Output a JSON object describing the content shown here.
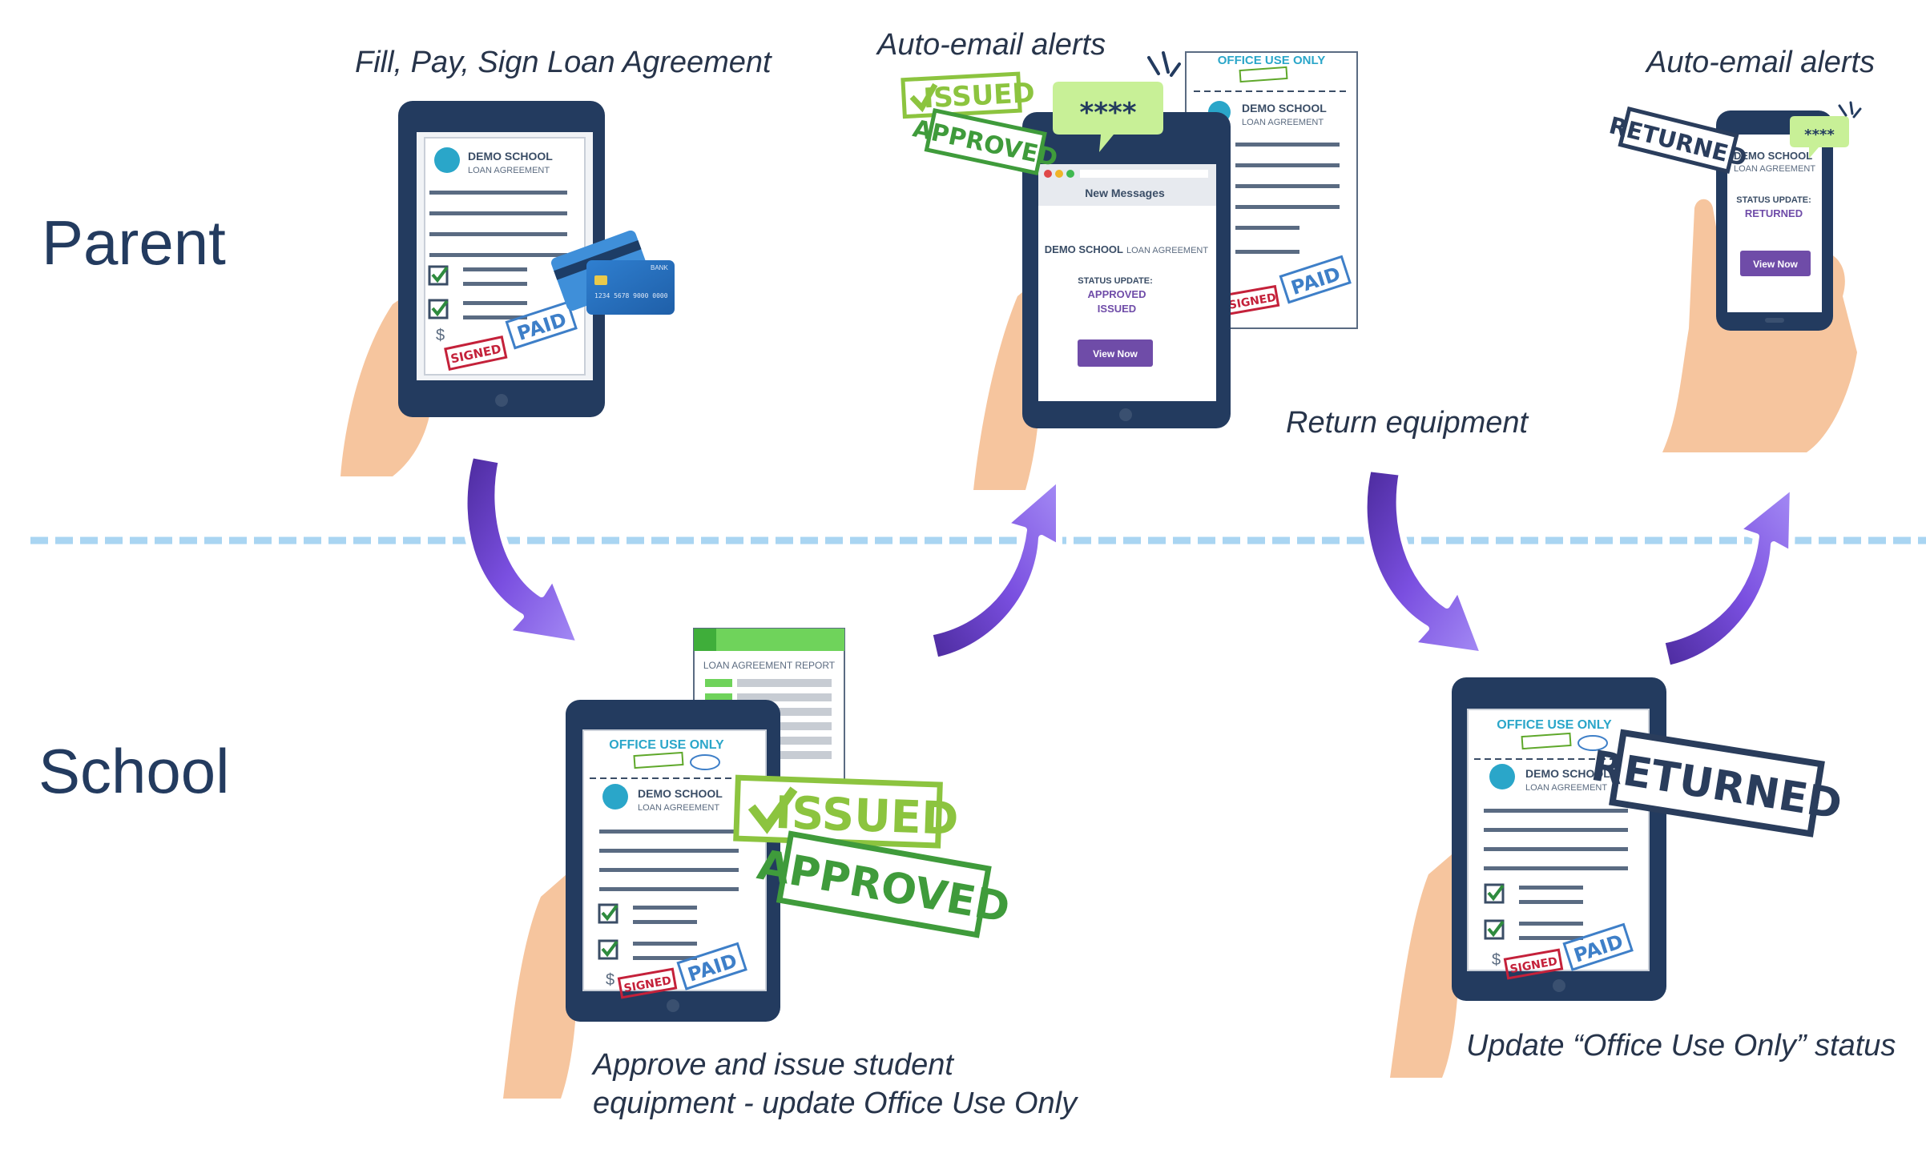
{
  "lanes": {
    "parent": "Parent",
    "school": "School"
  },
  "steps": {
    "fill_pay_sign": "Fill, Pay, Sign Loan Agreement",
    "auto_email_1": "Auto-email alerts",
    "return_equipment": "Return equipment",
    "auto_email_2": "Auto-email alerts",
    "approve_line1": "Approve and issue student",
    "approve_line2": "equipment - update Office Use Only",
    "update_status": "Update “Office Use Only” status"
  },
  "document": {
    "school": "DEMO SCHOOL",
    "title": "LOAN AGREEMENT",
    "office_use": "OFFICE USE ONLY",
    "report_title": "LOAN AGREEMENT REPORT",
    "dollar": "$"
  },
  "stamps": {
    "signed": "SIGNED",
    "paid": "PAID",
    "issued": "ISSUED",
    "approved": "APPROVED",
    "returned": "RETURNED"
  },
  "message": {
    "header": "New Messages",
    "school": "DEMO SCHOOL",
    "title": "LOAN AGREEMENT",
    "status_label": "STATUS UPDATE:",
    "status_1": "APPROVED",
    "status_2": "ISSUED",
    "status_returned": "RETURNED",
    "button": "View Now",
    "bubble": "****"
  },
  "card": {
    "number": "1234 5678 9000 0000",
    "bank": "BANK"
  },
  "colors": {
    "device": "#233b5f",
    "label": "#233b5f",
    "arrow": "#6a3fd6",
    "divider": "#a9d5f2",
    "green": "#5fa82b",
    "red": "#c4213a",
    "blue": "#3e7fc8",
    "purple": "#6f4ca8",
    "skin": "#f6c59e"
  }
}
